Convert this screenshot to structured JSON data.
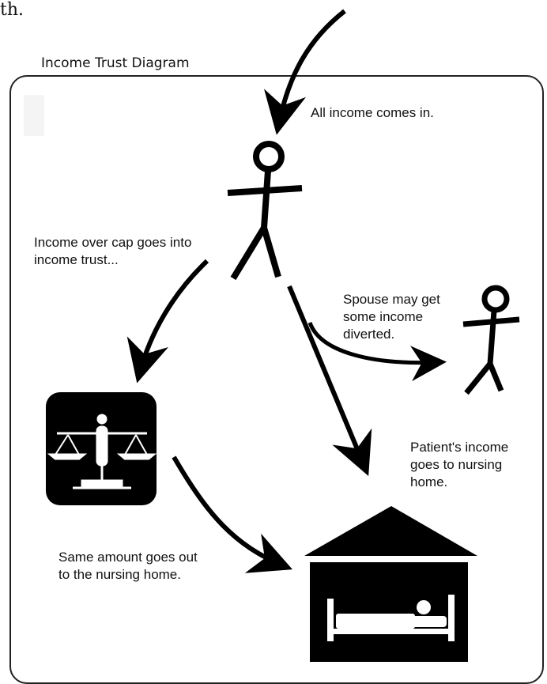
{
  "fragment_text": "th.",
  "title": "Income Trust Diagram",
  "labels": {
    "income_in": "All income comes in.",
    "over_cap": "Income over cap goes into\nincome trust...",
    "spouse": "Spouse may get\nsome income\ndiverted.",
    "patient_income": "Patient's income\ngoes to nursing\nhome.",
    "same_amount": "Same amount goes out\nto the nursing home."
  },
  "icons": {
    "scales": "balance-scale-icon",
    "nursing_home": "nursing-home-bed-icon"
  },
  "colors": {
    "ink": "#000000",
    "text": "#111111",
    "background": "#ffffff"
  }
}
